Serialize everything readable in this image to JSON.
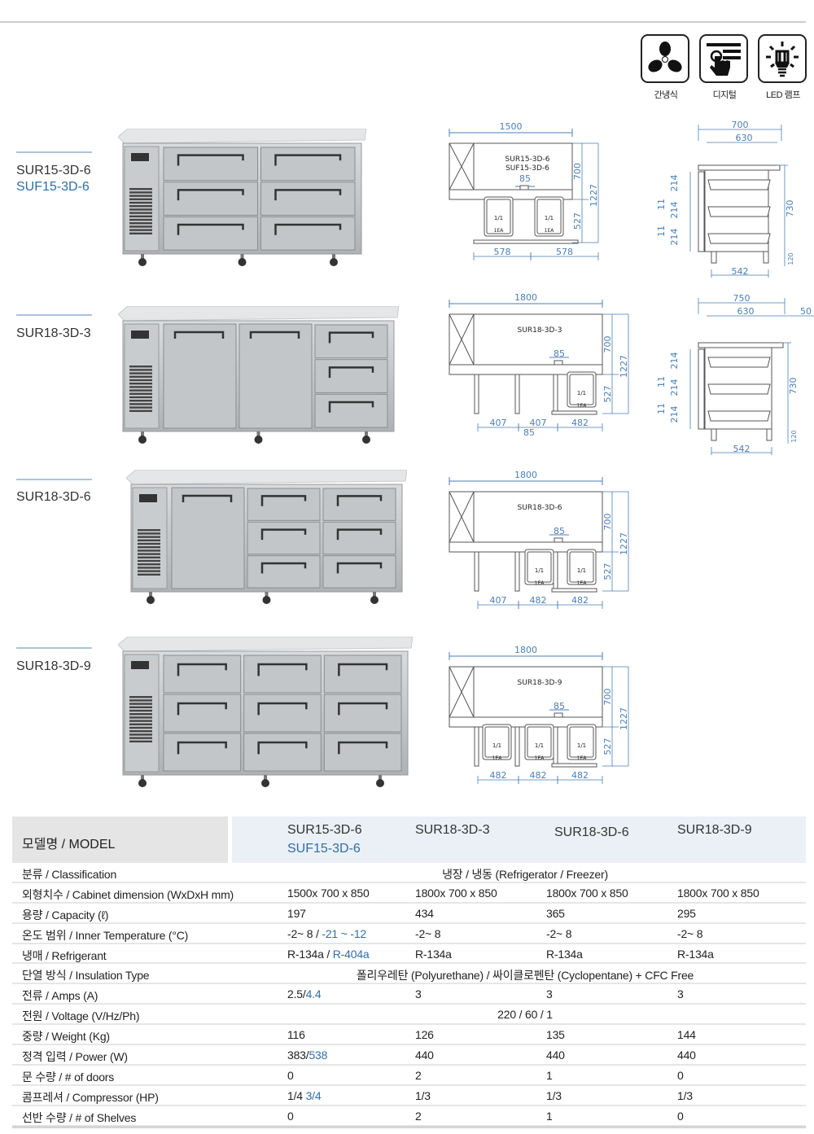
{
  "features": [
    {
      "icon": "fan-icon",
      "label": "간냉식"
    },
    {
      "icon": "digital-touch-icon",
      "label": "디지털"
    },
    {
      "icon": "led-lamp-icon",
      "label": "LED 램프"
    }
  ],
  "products": [
    {
      "model": "SUR15-3D-6",
      "model_alt": "SUF15-3D-6"
    },
    {
      "model": "SUR18-3D-3"
    },
    {
      "model": "SUR18-3D-6"
    },
    {
      "model": "SUR18-3D-9"
    }
  ],
  "front_diagrams": [
    {
      "width": "1500",
      "models": [
        "SUR15-3D-6",
        "SUF15-3D-6"
      ],
      "gap": "85",
      "depth": "700",
      "total": "1227",
      "leg": "527",
      "bin_top": "1/1",
      "bin_bottom": "1EA",
      "bins": 2,
      "bottom": [
        "578",
        "578"
      ]
    },
    {
      "width": "1800",
      "models": [
        "SUR18-3D-3"
      ],
      "gap": "85",
      "depth": "700",
      "total": "1227",
      "leg": "527",
      "bin_top": "1/1",
      "bin_bottom": "1EA",
      "bins": 1,
      "bottom": [
        "407",
        "407",
        "482"
      ],
      "extra": "85"
    },
    {
      "width": "1800",
      "models": [
        "SUR18-3D-6"
      ],
      "gap": "85",
      "depth": "700",
      "total": "1227",
      "leg": "527",
      "bin_top": "1/1",
      "bin_bottom": "1EA",
      "bins": 2,
      "bottom": [
        "407",
        "482",
        "482"
      ]
    },
    {
      "width": "1800",
      "models": [
        "SUR18-3D-9"
      ],
      "gap": "85",
      "depth": "700",
      "total": "1227",
      "leg": "527",
      "bin_top": "1/1",
      "bin_bottom": "1EA",
      "bins": 3,
      "bottom": [
        "482",
        "482",
        "482"
      ]
    }
  ],
  "side_diagrams": [
    {
      "depth": "700",
      "inner": "630",
      "pan": "214",
      "spacer": "11",
      "height": "730",
      "leg": "120",
      "base": "542"
    },
    {
      "depth": "750",
      "inner": "630",
      "overhang": "50",
      "pan": "214",
      "spacer": "11",
      "height": "730",
      "leg": "120",
      "base": "542"
    }
  ],
  "specs": {
    "header_label": "모델명 / MODEL",
    "models": [
      {
        "name": "SUR15-3D-6",
        "alt": "SUF15-3D-6"
      },
      {
        "name": "SUR18-3D-3"
      },
      {
        "name": "SUR18-3D-6"
      },
      {
        "name": "SUR18-3D-9"
      }
    ],
    "rows": [
      {
        "label": "분류 / Classification",
        "span": "냉장 / 냉동 (Refrigerator / Freezer)"
      },
      {
        "label": "외형치수 / Cabinet dimension (WxDxH mm)",
        "values": [
          [
            {
              "t": "1500x 700 x 850"
            }
          ],
          [
            {
              "t": "1800x 700 x 850"
            }
          ],
          [
            {
              "t": "1800x 700 x 850"
            }
          ],
          [
            {
              "t": "1800x 700 x 850"
            }
          ]
        ]
      },
      {
        "label": "용량 / Capacity (ℓ)",
        "values": [
          [
            {
              "t": "197"
            }
          ],
          [
            {
              "t": "434"
            }
          ],
          [
            {
              "t": "365"
            }
          ],
          [
            {
              "t": "295"
            }
          ]
        ]
      },
      {
        "label": "온도 범위 / Inner Temperature (°C)",
        "values": [
          [
            {
              "t": "-2~ 8 / "
            },
            {
              "t": "-21 ~ -12",
              "blue": true
            }
          ],
          [
            {
              "t": "-2~ 8"
            }
          ],
          [
            {
              "t": "-2~ 8"
            }
          ],
          [
            {
              "t": "-2~ 8"
            }
          ]
        ]
      },
      {
        "label": "냉매 / Refrigerant",
        "values": [
          [
            {
              "t": "R-134a / "
            },
            {
              "t": "R-404a",
              "blue": true
            }
          ],
          [
            {
              "t": "R-134a"
            }
          ],
          [
            {
              "t": "R-134a"
            }
          ],
          [
            {
              "t": "R-134a"
            }
          ]
        ]
      },
      {
        "label": "단열 방식 / Insulation Type",
        "span": "폴리우레탄 (Polyurethane) / 싸이클로펜탄 (Cyclopentane) +  CFC Free"
      },
      {
        "label": "전류 / Amps (A)",
        "values": [
          [
            {
              "t": "2.5/"
            },
            {
              "t": "4.4",
              "blue": true
            }
          ],
          [
            {
              "t": "3"
            }
          ],
          [
            {
              "t": "3"
            }
          ],
          [
            {
              "t": "3"
            }
          ]
        ]
      },
      {
        "label": "전원 / Voltage (V/Hz/Ph)",
        "span": "220 / 60 / 1"
      },
      {
        "label": "중량 / Weight (Kg)",
        "values": [
          [
            {
              "t": "116"
            }
          ],
          [
            {
              "t": "126"
            }
          ],
          [
            {
              "t": "135"
            }
          ],
          [
            {
              "t": "144"
            }
          ]
        ]
      },
      {
        "label": "정격 입력 / Power (W)",
        "values": [
          [
            {
              "t": "383/"
            },
            {
              "t": "538",
              "blue": true
            }
          ],
          [
            {
              "t": "440"
            }
          ],
          [
            {
              "t": "440"
            }
          ],
          [
            {
              "t": "440"
            }
          ]
        ]
      },
      {
        "label": "문 수량 / # of doors",
        "values": [
          [
            {
              "t": "0"
            }
          ],
          [
            {
              "t": "2"
            }
          ],
          [
            {
              "t": "1"
            }
          ],
          [
            {
              "t": "0"
            }
          ]
        ]
      },
      {
        "label": "콤프레셔 / Compressor (HP)",
        "values": [
          [
            {
              "t": "1/4 "
            },
            {
              "t": "3/4",
              "blue": true
            }
          ],
          [
            {
              "t": "1/3"
            }
          ],
          [
            {
              "t": "1/3"
            }
          ],
          [
            {
              "t": "1/3"
            }
          ]
        ]
      },
      {
        "label": "선반 수량 / # of  Shelves",
        "values": [
          [
            {
              "t": "0"
            }
          ],
          [
            {
              "t": "2"
            }
          ],
          [
            {
              "t": "1"
            }
          ],
          [
            {
              "t": "0"
            }
          ]
        ]
      }
    ]
  },
  "colors": {
    "accent": "#2f6ea8",
    "dim": "#4a7fb5",
    "header_gray": "#e5e5e5",
    "header_blue": "#eaf0f5"
  }
}
